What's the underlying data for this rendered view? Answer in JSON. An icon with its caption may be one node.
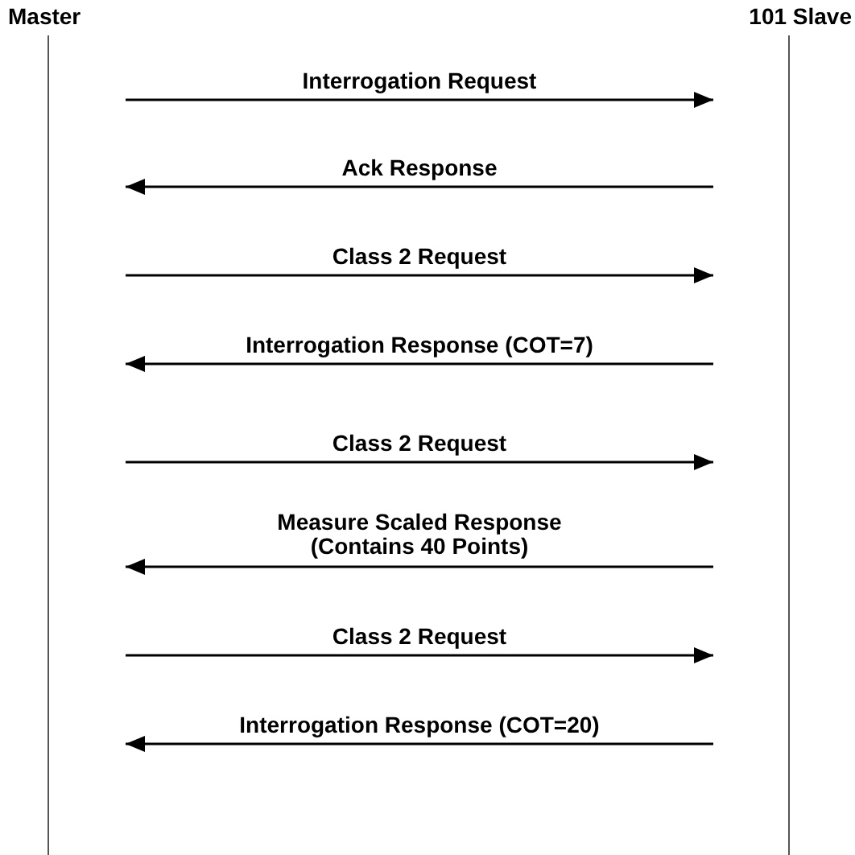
{
  "diagram": {
    "nodes": [
      {
        "text": [
          "Master"
        ]
      },
      {
        "text": [
          "101 Slave"
        ]
      }
    ],
    "edges": [
      {
        "from": 0,
        "to": 1,
        "arrow": "to",
        "label": "Interrogation Request"
      },
      {
        "from": 1,
        "to": 0,
        "arrow": "to",
        "label": "Ack Response"
      },
      {
        "from": 0,
        "to": 1,
        "arrow": "to",
        "label": "Class 2 Request"
      },
      {
        "from": 1,
        "to": 0,
        "arrow": "to",
        "label": "Interrogation Response (COT=7)"
      },
      {
        "from": 0,
        "to": 1,
        "arrow": "to",
        "label": "Class 2 Request"
      },
      {
        "from": 1,
        "to": 0,
        "arrow": "to",
        "label": "Measure Scaled Response (Contains 40 Points)"
      },
      {
        "from": 0,
        "to": 1,
        "arrow": "to",
        "label": "Class 2 Request"
      },
      {
        "from": 1,
        "to": 0,
        "arrow": "to",
        "label": "Interrogation Response (COT=20)"
      }
    ]
  }
}
